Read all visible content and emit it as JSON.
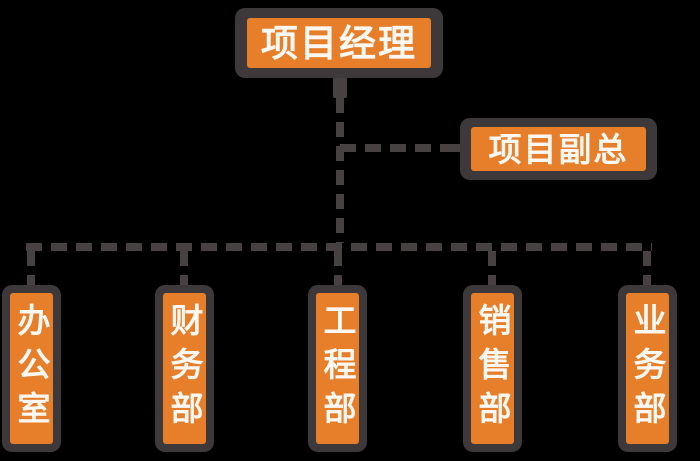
{
  "diagram": {
    "type": "org-chart",
    "root": {
      "label": "项目经理"
    },
    "deputy": {
      "label": "项目副总"
    },
    "departments": [
      {
        "label": "办公室"
      },
      {
        "label": "财务部"
      },
      {
        "label": "工程部"
      },
      {
        "label": "销售部"
      },
      {
        "label": "业务部"
      }
    ]
  },
  "colors": {
    "background": "#000000",
    "node_fill": "#e67e2a",
    "node_border": "#3d3839",
    "connector": "#474142",
    "text": "#fbf8f3"
  }
}
